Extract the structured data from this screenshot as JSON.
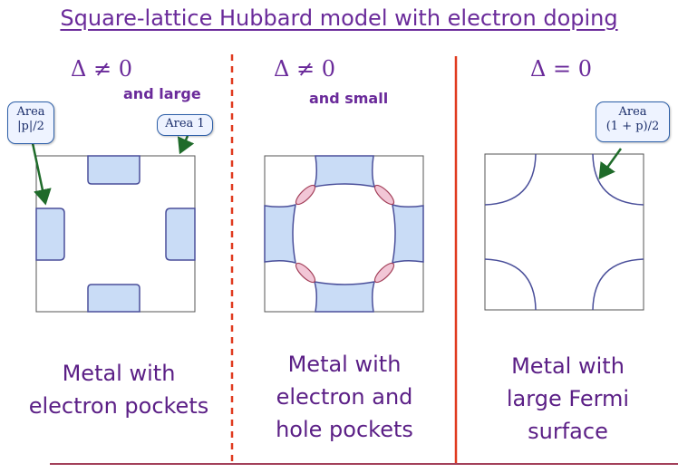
{
  "title": "Square-lattice Hubbard model with electron doping",
  "panels": [
    {
      "delta": "Δ ≠ 0",
      "qualifier": "and large",
      "badges": [
        {
          "lines": [
            "Area",
            "|p|/2"
          ]
        },
        {
          "lines": [
            "Area 1"
          ]
        }
      ],
      "caption": [
        "Metal with",
        "electron pockets"
      ]
    },
    {
      "delta": "Δ ≠ 0",
      "qualifier": "and small",
      "caption": [
        "Metal with",
        "electron and",
        "hole pockets"
      ]
    },
    {
      "delta": "Δ = 0",
      "badges": [
        {
          "lines": [
            "Area",
            "(1 + p)/2"
          ]
        }
      ],
      "caption": [
        "Metal with",
        "large Fermi",
        "surface"
      ]
    }
  ],
  "colors": {
    "text": "#5b1f86",
    "electron_pocket_fill": "#c9dcf6",
    "pocket_stroke": "#4a4f9a",
    "hole_pocket_fill": "#f2c6d6",
    "hole_pocket_stroke": "#a3405a",
    "divider": "#e03a1f",
    "arrow": "#1f6b2a",
    "badge_border": "#2d5fa8"
  }
}
